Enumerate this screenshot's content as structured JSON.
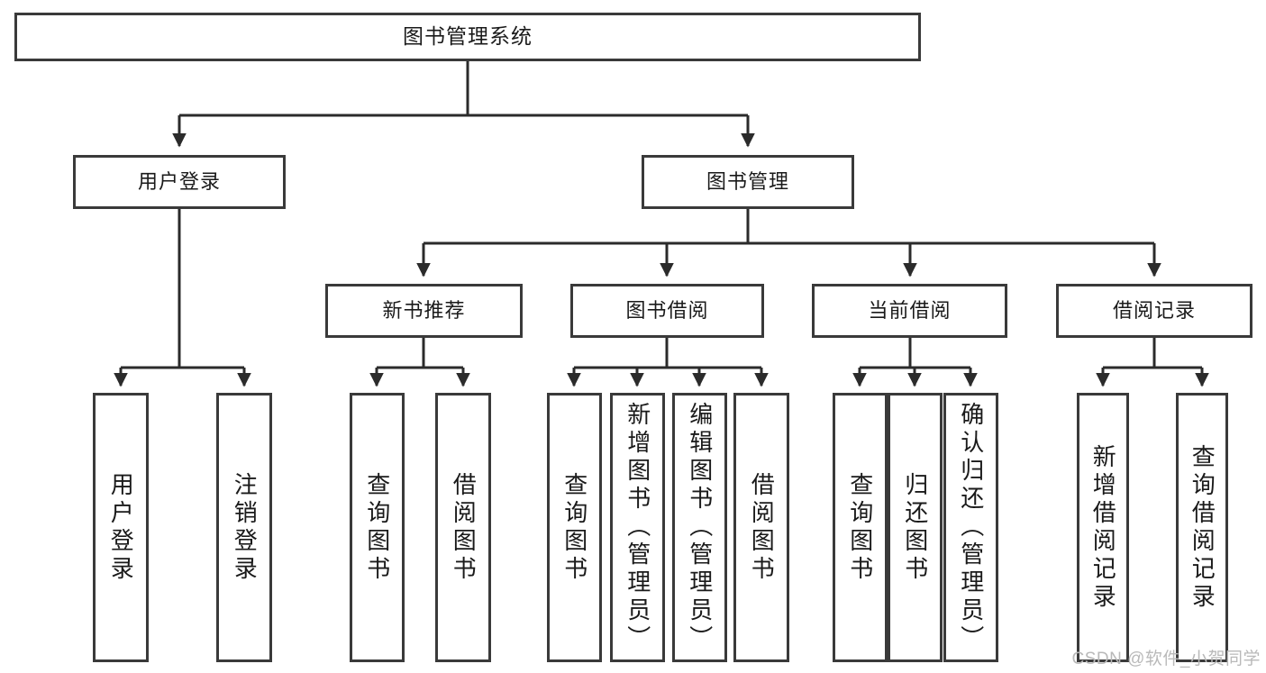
{
  "diagram": {
    "title": "图书管理系统",
    "type": "tree-hierarchy-diagram",
    "colors": {
      "box_border": "#3a3a3a",
      "box_fill": "#ffffff",
      "connector": "#2b2b2b",
      "text": "#1a1a1a",
      "watermark": "#b9b9b9"
    },
    "root": {
      "label": "图书管理系统"
    },
    "level1": [
      {
        "label": "用户登录"
      },
      {
        "label": "图书管理"
      }
    ],
    "level2": [
      {
        "label": "新书推荐"
      },
      {
        "label": "图书借阅"
      },
      {
        "label": "当前借阅"
      },
      {
        "label": "借阅记录"
      }
    ],
    "leaves": {
      "user_login": [
        {
          "label": "用户登录"
        },
        {
          "label": "注销登录"
        }
      ],
      "new_book_recommend": [
        {
          "label": "查询图书"
        },
        {
          "label": "借阅图书"
        }
      ],
      "book_borrow": [
        {
          "label": "查询图书"
        },
        {
          "label": "新增图书（管理员）"
        },
        {
          "label": "编辑图书（管理员）"
        },
        {
          "label": "借阅图书"
        }
      ],
      "current_borrow": [
        {
          "label": "查询图书"
        },
        {
          "label": "归还图书"
        },
        {
          "label": "确认归还（管理员）"
        }
      ],
      "borrow_record": [
        {
          "label": "新增借阅记录"
        },
        {
          "label": "查询借阅记录"
        }
      ]
    }
  },
  "watermark": {
    "text": "CSDN @软件_小贺同学"
  }
}
